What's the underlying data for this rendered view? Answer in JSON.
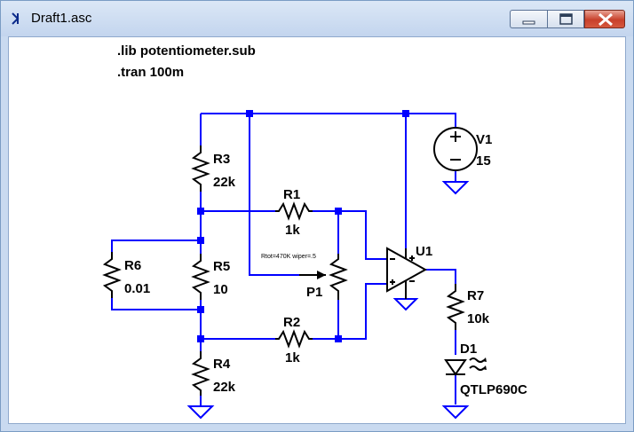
{
  "window": {
    "title": "Draft1.asc",
    "app_icon": "ltspice-icon",
    "controls": [
      "minimize-icon",
      "maximize-icon",
      "close-icon"
    ]
  },
  "directives": {
    "lib": ".lib potentiometer.sub",
    "tran": ".tran 100m"
  },
  "components": {
    "r3": {
      "name": "R3",
      "value": "22k"
    },
    "r1": {
      "name": "R1",
      "value": "1k"
    },
    "r6": {
      "name": "R6",
      "value": "0.01"
    },
    "r5": {
      "name": "R5",
      "value": "10"
    },
    "r2": {
      "name": "R2",
      "value": "1k"
    },
    "r4": {
      "name": "R4",
      "value": "22k"
    },
    "p1": {
      "name": "P1",
      "params": "Rtot=470K wiper=.5"
    },
    "v1": {
      "name": "V1",
      "value": "15"
    },
    "u1": {
      "name": "U1"
    },
    "r7": {
      "name": "R7",
      "value": "10k"
    },
    "d1": {
      "name": "D1",
      "value": "QTLP690C"
    }
  },
  "colors": {
    "wire": "#0000ff",
    "component": "#000000",
    "background": "#ffffff"
  }
}
